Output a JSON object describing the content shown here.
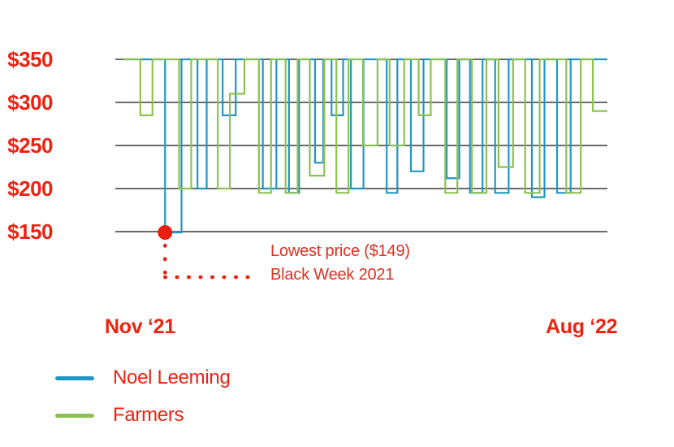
{
  "chart_data": {
    "type": "line",
    "title": "",
    "subtitle": "",
    "xlabel": "",
    "ylabel": "",
    "ylim": [
      140,
      360
    ],
    "xlim": [
      0,
      100
    ],
    "grid": true,
    "grid_axis": "y",
    "legend_position": "bottom-left",
    "y_ticks": [
      350,
      300,
      250,
      200,
      150
    ],
    "y_tick_labels": [
      "$350",
      "$300",
      "$250",
      "$200",
      "$150"
    ],
    "x_tick_labels": [
      "Nov ‘21",
      "Aug ‘22"
    ],
    "colors": {
      "noel_leeming": "#2196c4",
      "farmers": "#8cc152",
      "text_red": "#ee2211",
      "annotation_red": "#e03020",
      "gridline": "#6b6b6b",
      "background": "#ffffff"
    },
    "annotations": [
      {
        "name": "lowest-price-annotation",
        "lines": [
          "Lowest price ($149)",
          "Black Week 2021"
        ],
        "value": 149,
        "marker_series": "Noel Leeming",
        "marker_color": "#e81f10",
        "leader": "dotted"
      }
    ],
    "series": [
      {
        "name": "Noel Leeming",
        "color": "#2196c4",
        "x": [
          0.0,
          6.8,
          6.8,
          8.6,
          8.6,
          12.0,
          12.0,
          13.3,
          13.3,
          15.3,
          15.3,
          17.2,
          17.2,
          20.5,
          20.5,
          23.2,
          23.2,
          26.6,
          26.6,
          28.8,
          28.8,
          31.6,
          31.6,
          34.2,
          34.2,
          36.3,
          36.3,
          39.6,
          39.6,
          41.3,
          41.3,
          43.0,
          43.0,
          45.4,
          45.4,
          47.0,
          47.0,
          49.6,
          49.6,
          52.0,
          52.0,
          54.4,
          54.4,
          56.6,
          56.6,
          59.4,
          59.4,
          62.0,
          62.0,
          64.6,
          64.6,
          66.8,
          66.8,
          69.4,
          69.4,
          71.6,
          71.6,
          74.2,
          74.2,
          76.8,
          76.8,
          79.6,
          79.6,
          82.2,
          82.2,
          84.4,
          84.4,
          87.0,
          87.0,
          89.6,
          89.6,
          92.4,
          92.4,
          95.0,
          95.0,
          100.0
        ],
        "y": [
          350,
          350,
          350,
          350,
          149,
          149,
          350,
          350,
          350,
          350,
          200,
          200,
          350,
          350,
          285,
          285,
          350,
          350,
          350,
          350,
          200,
          200,
          350,
          350,
          195,
          195,
          350,
          350,
          230,
          230,
          350,
          350,
          285,
          285,
          350,
          350,
          200,
          200,
          350,
          350,
          350,
          350,
          195,
          195,
          350,
          350,
          220,
          220,
          350,
          350,
          350,
          350,
          212,
          212,
          350,
          350,
          195,
          195,
          350,
          350,
          195,
          195,
          350,
          350,
          350,
          350,
          190,
          190,
          350,
          350,
          195,
          195,
          350,
          350,
          350,
          350
        ]
      },
      {
        "name": "Farmers",
        "color": "#8cc152",
        "x": [
          0.0,
          3.5,
          3.5,
          6.0,
          6.0,
          9.5,
          9.5,
          11.5,
          11.5,
          14.0,
          14.0,
          16.5,
          16.5,
          19.5,
          19.5,
          22.0,
          22.0,
          25.0,
          25.0,
          28.0,
          28.0,
          30.5,
          30.5,
          33.5,
          33.5,
          36.0,
          36.0,
          38.5,
          38.5,
          41.5,
          41.5,
          44.0,
          44.0,
          46.5,
          46.5,
          49.5,
          49.5,
          52.5,
          52.5,
          55.0,
          55.0,
          58.0,
          58.0,
          61.0,
          61.0,
          63.5,
          63.5,
          66.5,
          66.5,
          69.0,
          69.0,
          72.0,
          72.0,
          75.0,
          75.0,
          77.5,
          77.5,
          80.5,
          80.5,
          83.0,
          83.0,
          86.0,
          86.0,
          89.0,
          89.0,
          91.5,
          91.5,
          94.5,
          94.5,
          97.0,
          97.0,
          100.0
        ],
        "y": [
          350,
          350,
          285,
          285,
          350,
          350,
          350,
          350,
          200,
          200,
          350,
          350,
          350,
          350,
          200,
          200,
          310,
          310,
          350,
          350,
          195,
          195,
          350,
          350,
          195,
          195,
          350,
          350,
          215,
          215,
          350,
          350,
          195,
          195,
          350,
          350,
          250,
          250,
          350,
          350,
          250,
          250,
          350,
          350,
          285,
          285,
          350,
          350,
          195,
          195,
          350,
          350,
          195,
          195,
          350,
          350,
          225,
          225,
          350,
          350,
          195,
          195,
          350,
          350,
          350,
          350,
          195,
          195,
          350,
          350,
          290,
          290
        ]
      }
    ]
  },
  "legend": {
    "items": [
      {
        "label": "Noel Leeming",
        "color": "#2196c4"
      },
      {
        "label": "Farmers",
        "color": "#8cc152"
      }
    ]
  },
  "axis": {
    "y_labels": [
      "$350",
      "$300",
      "$250",
      "$200",
      "$150"
    ],
    "x_left": "Nov ‘21",
    "x_right": "Aug ‘22"
  },
  "annotation": {
    "line1": "Lowest price ($149)",
    "line2": "Black Week 2021"
  }
}
